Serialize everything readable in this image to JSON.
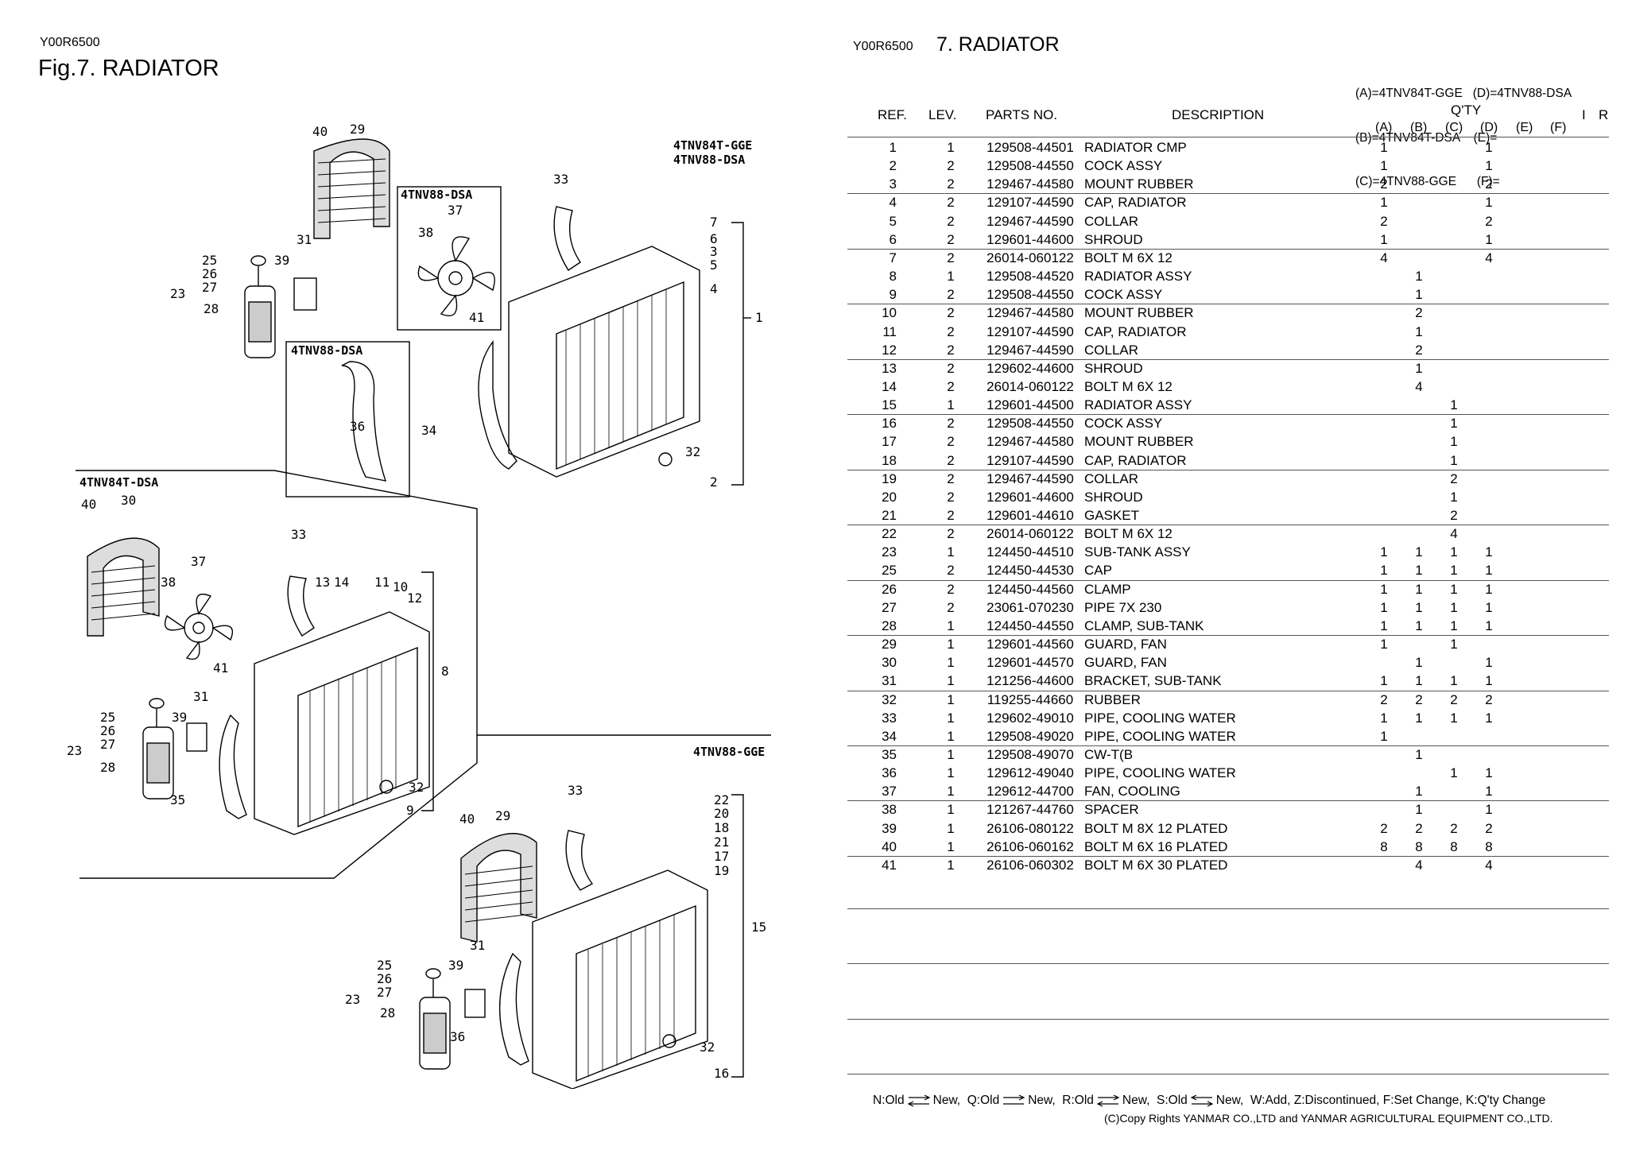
{
  "left_header": {
    "doc_code": "Y00R6500",
    "fig_title": "Fig.7.  RADIATOR"
  },
  "right_header": {
    "doc_code": "Y00R6500",
    "section_title": "7.  RADIATOR"
  },
  "model_key": [
    "(A)=4TNV84T-GGE   (D)=4TNV88-DSA",
    "(B)=4TNV84T-DSA    (E)=",
    "(C)=4TNV88-GGE      (F)="
  ],
  "table": {
    "headers": {
      "ref": "REF.",
      "lev": "LEV.",
      "parts_no": "PARTS NO.",
      "description": "DESCRIPTION",
      "qty": "Q'TY",
      "i": "I",
      "r": "R"
    },
    "qty_columns": [
      "(A)",
      "(B)",
      "(C)",
      "(D)",
      "(E)",
      "(F)"
    ],
    "rows": [
      {
        "ref": "1",
        "lev": "1",
        "part": "129508-44501",
        "desc": "RADIATOR CMP",
        "a": "1",
        "b": "",
        "c": "",
        "d": "1"
      },
      {
        "ref": "2",
        "lev": "2",
        "part": "129508-44550",
        "desc": "COCK ASSY",
        "a": "1",
        "b": "",
        "c": "",
        "d": "1"
      },
      {
        "ref": "3",
        "lev": "2",
        "part": "129467-44580",
        "desc": "MOUNT RUBBER",
        "a": "2",
        "b": "",
        "c": "",
        "d": "2"
      },
      {
        "ref": "4",
        "lev": "2",
        "part": "129107-44590",
        "desc": "CAP, RADIATOR",
        "a": "1",
        "b": "",
        "c": "",
        "d": "1"
      },
      {
        "ref": "5",
        "lev": "2",
        "part": "129467-44590",
        "desc": "COLLAR",
        "a": "2",
        "b": "",
        "c": "",
        "d": "2"
      },
      {
        "ref": "6",
        "lev": "2",
        "part": "129601-44600",
        "desc": "SHROUD",
        "a": "1",
        "b": "",
        "c": "",
        "d": "1"
      },
      {
        "ref": "7",
        "lev": "2",
        "part": "26014-060122",
        "desc": "BOLT M 6X 12",
        "a": "4",
        "b": "",
        "c": "",
        "d": "4"
      },
      {
        "ref": "8",
        "lev": "1",
        "part": "129508-44520",
        "desc": "RADIATOR ASSY",
        "a": "",
        "b": "1",
        "c": "",
        "d": ""
      },
      {
        "ref": "9",
        "lev": "2",
        "part": "129508-44550",
        "desc": "COCK ASSY",
        "a": "",
        "b": "1",
        "c": "",
        "d": ""
      },
      {
        "ref": "10",
        "lev": "2",
        "part": "129467-44580",
        "desc": "MOUNT RUBBER",
        "a": "",
        "b": "2",
        "c": "",
        "d": ""
      },
      {
        "ref": "11",
        "lev": "2",
        "part": "129107-44590",
        "desc": "CAP, RADIATOR",
        "a": "",
        "b": "1",
        "c": "",
        "d": ""
      },
      {
        "ref": "12",
        "lev": "2",
        "part": "129467-44590",
        "desc": "COLLAR",
        "a": "",
        "b": "2",
        "c": "",
        "d": ""
      },
      {
        "ref": "13",
        "lev": "2",
        "part": "129602-44600",
        "desc": "SHROUD",
        "a": "",
        "b": "1",
        "c": "",
        "d": ""
      },
      {
        "ref": "14",
        "lev": "2",
        "part": "26014-060122",
        "desc": "BOLT M 6X 12",
        "a": "",
        "b": "4",
        "c": "",
        "d": ""
      },
      {
        "ref": "15",
        "lev": "1",
        "part": "129601-44500",
        "desc": "RADIATOR ASSY",
        "a": "",
        "b": "",
        "c": "1",
        "d": ""
      },
      {
        "ref": "16",
        "lev": "2",
        "part": "129508-44550",
        "desc": "COCK ASSY",
        "a": "",
        "b": "",
        "c": "1",
        "d": ""
      },
      {
        "ref": "17",
        "lev": "2",
        "part": "129467-44580",
        "desc": "MOUNT RUBBER",
        "a": "",
        "b": "",
        "c": "1",
        "d": ""
      },
      {
        "ref": "18",
        "lev": "2",
        "part": "129107-44590",
        "desc": "CAP, RADIATOR",
        "a": "",
        "b": "",
        "c": "1",
        "d": ""
      },
      {
        "ref": "19",
        "lev": "2",
        "part": "129467-44590",
        "desc": "COLLAR",
        "a": "",
        "b": "",
        "c": "2",
        "d": ""
      },
      {
        "ref": "20",
        "lev": "2",
        "part": "129601-44600",
        "desc": "SHROUD",
        "a": "",
        "b": "",
        "c": "1",
        "d": ""
      },
      {
        "ref": "21",
        "lev": "2",
        "part": "129601-44610",
        "desc": "GASKET",
        "a": "",
        "b": "",
        "c": "2",
        "d": ""
      },
      {
        "ref": "22",
        "lev": "2",
        "part": "26014-060122",
        "desc": "BOLT M 6X 12",
        "a": "",
        "b": "",
        "c": "4",
        "d": ""
      },
      {
        "ref": "23",
        "lev": "1",
        "part": "124450-44510",
        "desc": "SUB-TANK ASSY",
        "a": "1",
        "b": "1",
        "c": "1",
        "d": "1"
      },
      {
        "ref": "25",
        "lev": "2",
        "part": "124450-44530",
        "desc": "CAP",
        "a": "1",
        "b": "1",
        "c": "1",
        "d": "1"
      },
      {
        "ref": "26",
        "lev": "2",
        "part": "124450-44560",
        "desc": "CLAMP",
        "a": "1",
        "b": "1",
        "c": "1",
        "d": "1"
      },
      {
        "ref": "27",
        "lev": "2",
        "part": "23061-070230",
        "desc": "PIPE  7X 230",
        "a": "1",
        "b": "1",
        "c": "1",
        "d": "1"
      },
      {
        "ref": "28",
        "lev": "1",
        "part": "124450-44550",
        "desc": "CLAMP, SUB-TANK",
        "a": "1",
        "b": "1",
        "c": "1",
        "d": "1"
      },
      {
        "ref": "29",
        "lev": "1",
        "part": "129601-44560",
        "desc": "GUARD, FAN",
        "a": "1",
        "b": "",
        "c": "1",
        "d": ""
      },
      {
        "ref": "30",
        "lev": "1",
        "part": "129601-44570",
        "desc": "GUARD, FAN",
        "a": "",
        "b": "1",
        "c": "",
        "d": "1"
      },
      {
        "ref": "31",
        "lev": "1",
        "part": "121256-44600",
        "desc": "BRACKET, SUB-TANK",
        "a": "1",
        "b": "1",
        "c": "1",
        "d": "1"
      },
      {
        "ref": "32",
        "lev": "1",
        "part": "119255-44660",
        "desc": "RUBBER",
        "a": "2",
        "b": "2",
        "c": "2",
        "d": "2"
      },
      {
        "ref": "33",
        "lev": "1",
        "part": "129602-49010",
        "desc": "PIPE, COOLING WATER",
        "a": "1",
        "b": "1",
        "c": "1",
        "d": "1"
      },
      {
        "ref": "34",
        "lev": "1",
        "part": "129508-49020",
        "desc": "PIPE, COOLING WATER",
        "a": "1",
        "b": "",
        "c": "",
        "d": ""
      },
      {
        "ref": "35",
        "lev": "1",
        "part": "129508-49070",
        "desc": "CW-T(B",
        "a": "",
        "b": "1",
        "c": "",
        "d": ""
      },
      {
        "ref": "36",
        "lev": "1",
        "part": "129612-49040",
        "desc": "PIPE, COOLING WATER",
        "a": "",
        "b": "",
        "c": "1",
        "d": "1"
      },
      {
        "ref": "37",
        "lev": "1",
        "part": "129612-44700",
        "desc": "FAN, COOLING",
        "a": "",
        "b": "1",
        "c": "",
        "d": "1"
      },
      {
        "ref": "38",
        "lev": "1",
        "part": "121267-44760",
        "desc": "SPACER",
        "a": "",
        "b": "1",
        "c": "",
        "d": "1"
      },
      {
        "ref": "39",
        "lev": "1",
        "part": "26106-080122",
        "desc": "BOLT M 8X 12 PLATED",
        "a": "2",
        "b": "2",
        "c": "2",
        "d": "2"
      },
      {
        "ref": "40",
        "lev": "1",
        "part": "26106-060162",
        "desc": "BOLT M 6X 16 PLATED",
        "a": "8",
        "b": "8",
        "c": "8",
        "d": "8"
      },
      {
        "ref": "41",
        "lev": "1",
        "part": "26106-060302",
        "desc": "BOLT M 6X 30 PLATED",
        "a": "",
        "b": "4",
        "c": "",
        "d": "4"
      }
    ]
  },
  "diagram": {
    "group_labels": [
      "4TNV84T-GGE",
      "4TNV88-DSA",
      "4TNV88-DSA",
      "4TNV88-DSA",
      "4TNV84T-DSA",
      "4TNV88-GGE"
    ],
    "callouts_top": [
      "40",
      "29",
      "33",
      "7",
      "6",
      "3",
      "5",
      "4",
      "1",
      "31",
      "37",
      "38",
      "41",
      "25",
      "39",
      "26",
      "23",
      "27",
      "28",
      "36",
      "34",
      "32",
      "2"
    ],
    "callouts_mid": [
      "40",
      "30",
      "33",
      "37",
      "38",
      "13",
      "14",
      "11",
      "10",
      "12",
      "8",
      "41",
      "31",
      "25",
      "39",
      "26",
      "23",
      "27",
      "28",
      "35",
      "32",
      "9"
    ],
    "callouts_bottom": [
      "33",
      "22",
      "20",
      "18",
      "21",
      "17",
      "19",
      "40",
      "29",
      "15",
      "31",
      "25",
      "39",
      "26",
      "23",
      "27",
      "28",
      "36",
      "32",
      "16"
    ]
  },
  "legend": {
    "n": "N:Old",
    "n_new": "New,",
    "q": "Q:Old",
    "q_new": "New,",
    "r": "R:Old",
    "r_new": "New,",
    "s": "S:Old",
    "s_new": "New,",
    "rest": "W:Add,  Z:Discontinued,  F:Set Change,  K:Q'ty Change"
  },
  "copyright": "(C)Copy Rights  YANMAR CO.,LTD and YANMAR AGRICULTURAL EQUIPMENT CO.,LTD."
}
